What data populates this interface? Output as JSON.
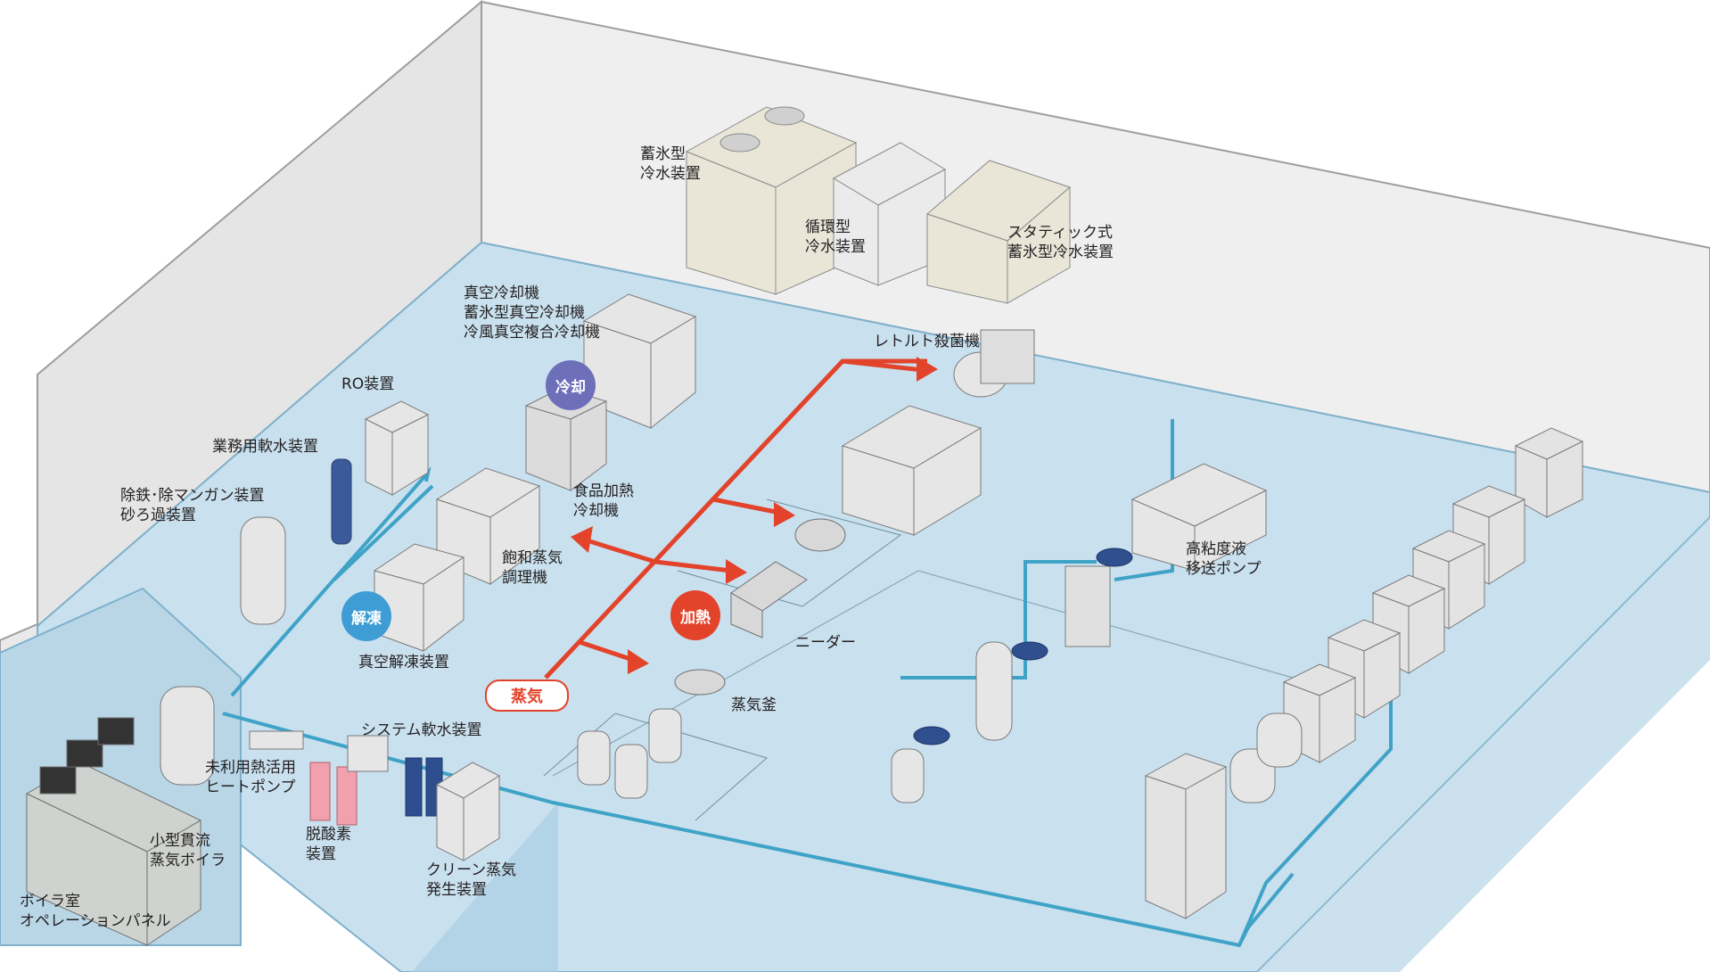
{
  "colors": {
    "wall": "#efefef",
    "wall_edge": "#9d9d9d",
    "floor": "#c9e0ee",
    "floor_edge": "#7fb1cc",
    "pipe_water": "#3fa3c7",
    "pipe_steam": "#e2432a",
    "machine": "#dcdcdc",
    "badge_cool": "#6e6fb9",
    "badge_thaw": "#3e9dd4",
    "badge_heat": "#e2432a"
  },
  "badges": {
    "cool": "冷却",
    "thaw": "解凍",
    "heat": "加熱",
    "steam": "蒸気"
  },
  "labels": {
    "ice_storage_chiller": "蓄氷型\n冷水装置",
    "circulation_chiller": "循環型\n冷水装置",
    "static_ice_chiller": "スタティック式\n蓄氷型冷水装置",
    "vacuum_cooler": "真空冷却機\n蓄氷型真空冷却機\n冷風真空複合冷却機",
    "retort_sterilizer": "レトルト殺菌機",
    "ro_unit": "RO装置",
    "softener": "業務用軟水装置",
    "iron_removal": "除鉄･除マンガン装置\n砂ろ過装置",
    "food_heating_cooler": "食品加熱\n冷却機",
    "steam_cooker": "飽和蒸気\n調理機",
    "high_viscosity_pump": "高粘度液\n移送ポンプ",
    "vacuum_thawing": "真空解凍装置",
    "kneader": "ニーダー",
    "steam_kettle": "蒸気釜",
    "system_softener": "システム軟水装置",
    "heat_pump": "未利用熱活用\nヒートポンプ",
    "deaerator": "脱酸素\n装置",
    "small_boiler": "小型貫流\n蒸気ボイラ",
    "clean_steam": "クリーン蒸気\n発生装置",
    "operation_panel": "ボイラ室\nオペレーションパネル"
  }
}
